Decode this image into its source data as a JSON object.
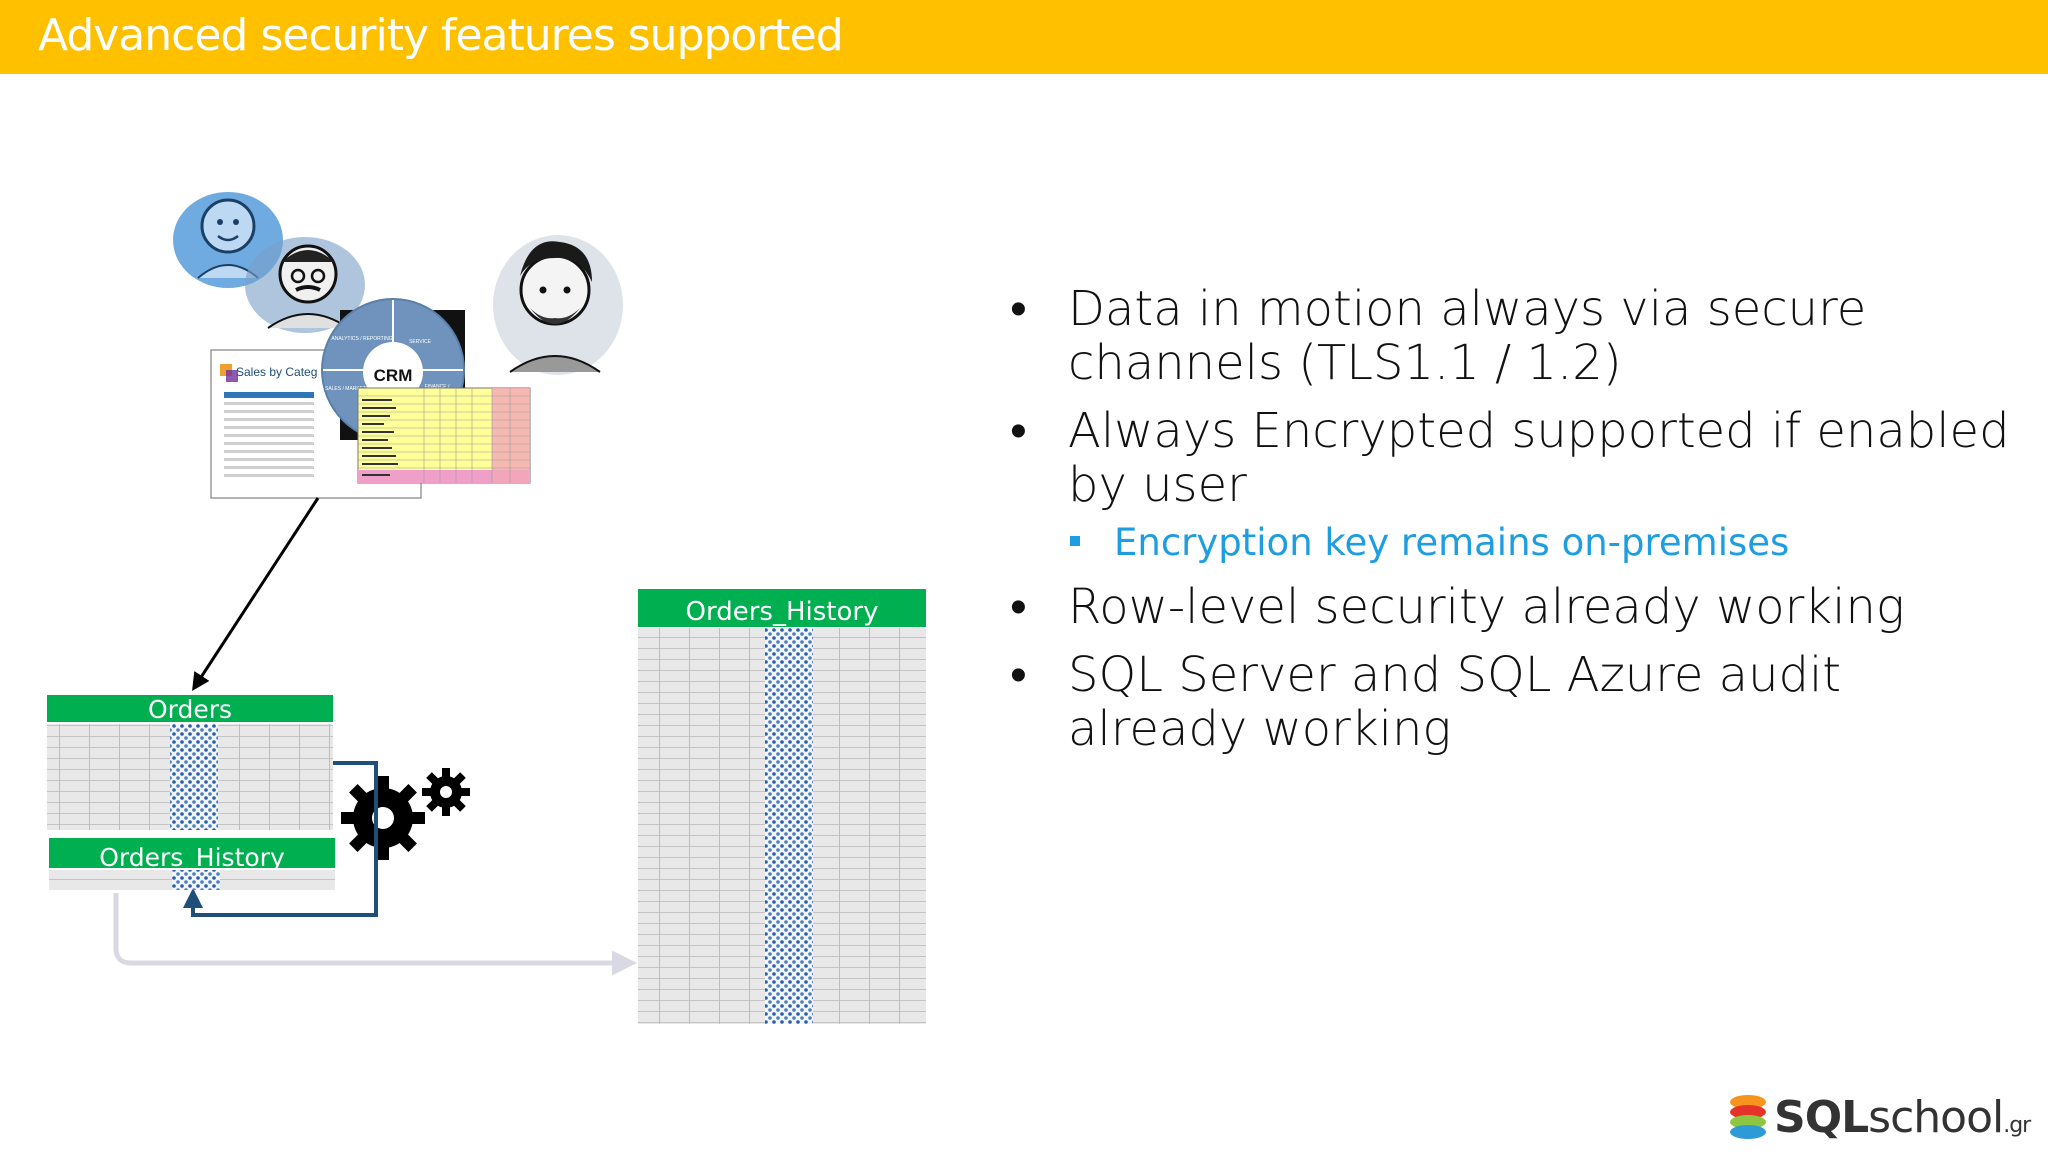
{
  "slide": {
    "title": "Advanced security features supported"
  },
  "diagram": {
    "orders_table_label": "Orders",
    "orders_history_small_label": "Orders_History",
    "orders_history_large_label": "Orders_History",
    "report_title": "Sales by Categ",
    "crm_label": "CRM",
    "crm_segment_1": "ANALYTICS / REPORTING",
    "crm_segment_2": "SERVICE",
    "crm_segment_3": "SALES / MARKETING",
    "crm_segment_4": "FINANCE /"
  },
  "bullets": {
    "item1": "Data in motion always via secure channels (TLS1.1 / 1.2)",
    "item2": "Always Encrypted supported if enabled by user",
    "item2_sub": "Encryption key remains on-premises",
    "item3": "Row-level security already working",
    "item4": "SQL Server and SQL Azure audit already working"
  },
  "logo": {
    "bold": "SQL",
    "rest": "school",
    "suffix": ".gr"
  },
  "colors": {
    "title_bar": "#ffc000",
    "table_header": "#00b050",
    "sub_bullet": "#1e9ee0",
    "arrow_dark": "#1f4e79",
    "arrow_light": "#d9d9e3"
  }
}
